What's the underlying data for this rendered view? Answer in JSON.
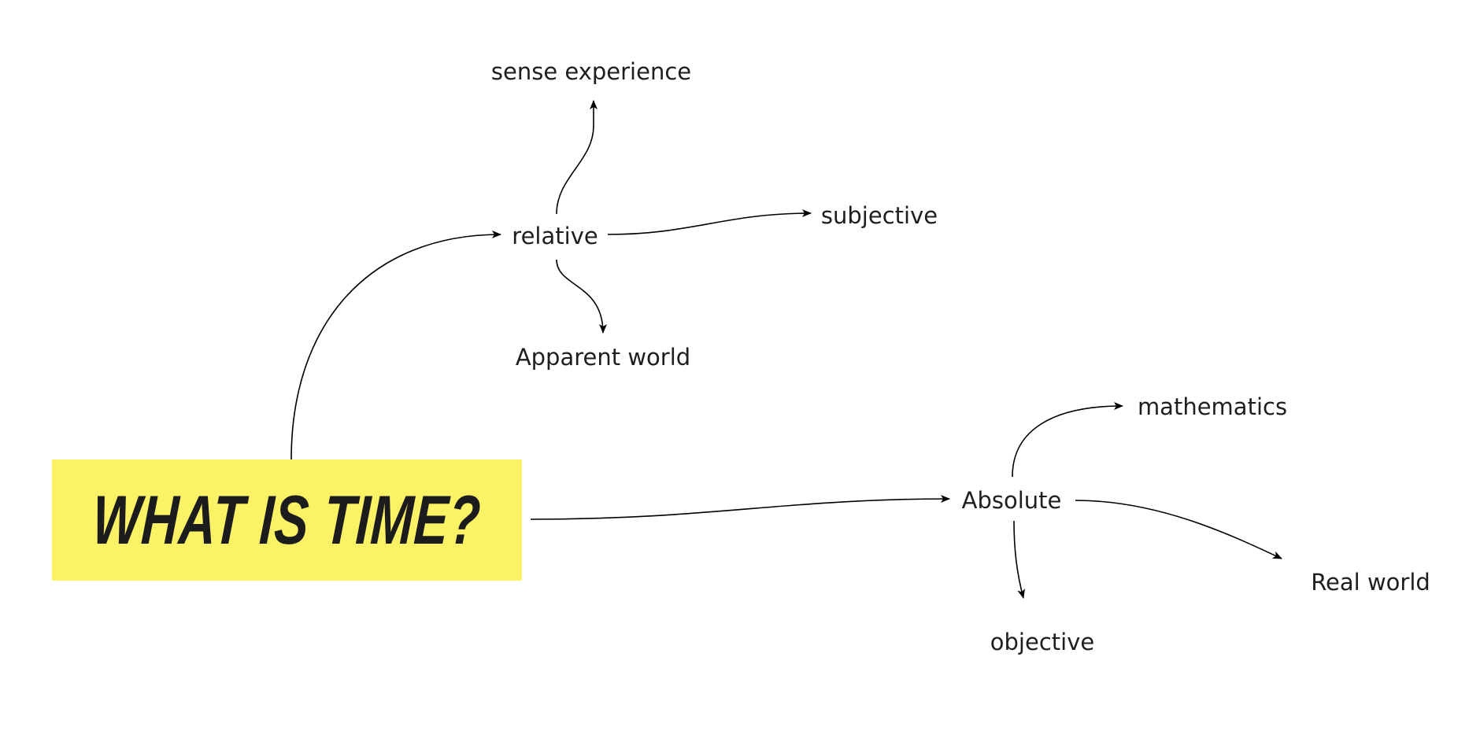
{
  "title": "WHAT IS TIME?",
  "colors": {
    "title_bg": "#fbf266",
    "text": "#1e1e1e",
    "edge": "#000000"
  },
  "nodes": {
    "relative": "relative",
    "sense_experience": "sense experience",
    "subjective": "subjective",
    "apparent_world": "Apparent world",
    "absolute": "Absolute",
    "mathematics": "mathematics",
    "real_world": "Real world",
    "objective": "objective"
  }
}
